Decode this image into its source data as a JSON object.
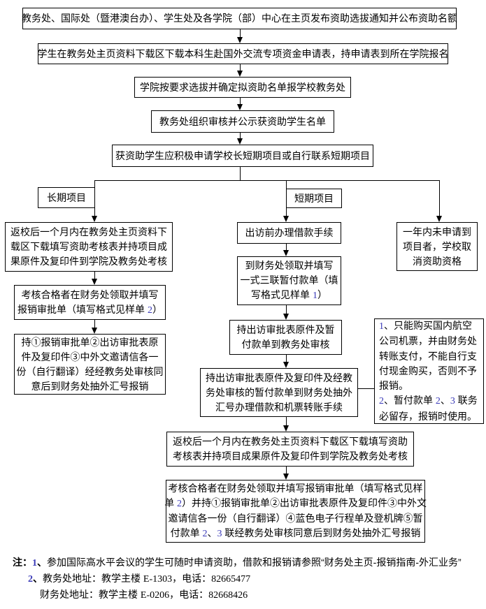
{
  "colors": {
    "background": "#ffffff",
    "line": "#000000",
    "box_border": "#000000",
    "digit_accent": "#3a3ab8"
  },
  "boxes": {
    "publish": {
      "lines": [
        [
          {
            "t": "教务处、国际处（暨港澳台办）、学生处及各学院（部）中心在主页发布资助选拔通知并公布资助名额"
          }
        ]
      ]
    },
    "download_apply": {
      "lines": [
        [
          {
            "t": "学生在教务处主页资料下载区下载本科生赴国外交流专项资金申请表，持申请表到所在学院报名"
          }
        ]
      ]
    },
    "college_select": {
      "lines": [
        [
          {
            "t": "学院按要求选拔并确定拟资助名单报学校教务处"
          }
        ]
      ]
    },
    "jwc_review": {
      "lines": [
        [
          {
            "t": "教务处组织审核并公示获资助学生名单"
          }
        ]
      ]
    },
    "apply_program": {
      "lines": [
        [
          {
            "t": "获资助学生应积极申请学校长短期项目或自行联系短期项目"
          }
        ]
      ]
    },
    "label_long": {
      "lines": [
        [
          {
            "t": "长期项目"
          }
        ]
      ]
    },
    "label_short": {
      "lines": [
        [
          {
            "t": "短期项目"
          }
        ]
      ]
    },
    "long_assess": {
      "lines": [
        [
          {
            "t": "返校后一个月内在教务处主页资料下"
          }
        ],
        [
          {
            "t": "载区下载填写资助考核表并持项目成"
          }
        ],
        [
          {
            "t": "果原件及复印件到学院及教务处考核"
          }
        ]
      ]
    },
    "long_reimburse_form": {
      "lines": [
        [
          {
            "t": "考核合格者在财务处领取并填写"
          }
        ],
        [
          {
            "t": "报销审批单（填写格式见样单 "
          },
          {
            "t": "2",
            "c": "num"
          },
          {
            "t": "）"
          }
        ]
      ]
    },
    "long_reimburse_submit": {
      "lines": [
        [
          {
            "t": "持①报销审批单②出访审批表原"
          }
        ],
        [
          {
            "t": "件及复印件③中外文邀请信各一"
          }
        ],
        [
          {
            "t": "份（自行翻译）经经教务处审核同"
          }
        ],
        [
          {
            "t": "意后到财务处抽外汇号报销"
          }
        ]
      ]
    },
    "short_loan_before": {
      "lines": [
        [
          {
            "t": "出访前办理借款手续"
          }
        ]
      ]
    },
    "short_fill_voucher": {
      "lines": [
        [
          {
            "t": "到财务处领取并填写"
          }
        ],
        [
          {
            "t": "一式三联暂付款单（填"
          }
        ],
        [
          {
            "t": "写格式见样单 "
          },
          {
            "t": "1",
            "c": "num"
          },
          {
            "t": "）"
          }
        ]
      ]
    },
    "short_jwc_verify": {
      "lines": [
        [
          {
            "t": "持出访审批表原件及暂"
          }
        ],
        [
          {
            "t": "付款单到教务处审核"
          }
        ]
      ]
    },
    "short_finance_loan": {
      "lines": [
        [
          {
            "t": "持出访审批表原件及复印件及经教"
          }
        ],
        [
          {
            "t": "务处审核的暂付款单到财务处抽外"
          }
        ],
        [
          {
            "t": "汇号办理借款和机票转账手续"
          }
        ]
      ]
    },
    "no_project_cancel": {
      "lines": [
        [
          {
            "t": "一年内未申请到"
          }
        ],
        [
          {
            "t": "项目者，学校取"
          }
        ],
        [
          {
            "t": "消资助资格"
          }
        ]
      ]
    },
    "ticket_note": {
      "lines": [
        [
          {
            "t": "1",
            "c": "num"
          },
          {
            "t": "、只能购买国内航空"
          }
        ],
        [
          {
            "t": "公司机票，并由财务处"
          }
        ],
        [
          {
            "t": "转账支付，不能自行支"
          }
        ],
        [
          {
            "t": "付现金购买，否则不予"
          }
        ],
        [
          {
            "t": "报销。"
          }
        ],
        [
          {
            "t": "2",
            "c": "num"
          },
          {
            "t": "、暂付款单 "
          },
          {
            "t": "2",
            "c": "num"
          },
          {
            "t": "、"
          },
          {
            "t": "3",
            "c": "num"
          },
          {
            "t": " 联务"
          }
        ],
        [
          {
            "t": "必留存，报销时使用。"
          }
        ]
      ]
    },
    "short_assess": {
      "lines": [
        [
          {
            "t": "返校后一个月内在教务处主页资料下载区下载填写资助"
          }
        ],
        [
          {
            "t": "考核表并持项目成果原件及复印件到学院及教务处考核"
          }
        ]
      ]
    },
    "short_reimburse": {
      "lines": [
        [
          {
            "t": "考核合格者在财务处领取并填写报销审批单（填写格式见样"
          }
        ],
        [
          {
            "t": "单 "
          },
          {
            "t": "2",
            "c": "num"
          },
          {
            "t": "）并持①报销审批单②出访审批表原件及复印件③中外文"
          }
        ],
        [
          {
            "t": "邀请信各一份（自行翻译）④蓝色电子行程单及登机牌⑤暂"
          }
        ],
        [
          {
            "t": "付款单 "
          },
          {
            "t": "2",
            "c": "num"
          },
          {
            "t": "、"
          },
          {
            "t": "3",
            "c": "num"
          },
          {
            "t": " 联经教务处审核同意后到财务处抽外汇号报销"
          }
        ]
      ]
    }
  },
  "footnotes": {
    "line1": [
      [
        {
          "t": "注：",
          "c": "bold"
        },
        {
          "t": "1",
          "c": "numbold"
        },
        {
          "t": "、",
          "c": "bold"
        },
        {
          "t": "参加国际高水平会议的学生可随时申请资助，借款和报销请参照“财务处主页-报销指南-外汇业务”"
        }
      ]
    ],
    "line2": [
      [
        {
          "t": "2",
          "c": "numbold"
        },
        {
          "t": "、",
          "c": "bold"
        },
        {
          "t": "教务处地址：教学主楼 "
        },
        {
          "t": "E-1303",
          "c": "code"
        },
        {
          "t": "，电话："
        },
        {
          "t": "82665477",
          "c": "code"
        }
      ]
    ],
    "line3": [
      [
        {
          "t": "财务处地址：教学主楼 "
        },
        {
          "t": "E-0206",
          "c": "code"
        },
        {
          "t": "，电话："
        },
        {
          "t": "82668426",
          "c": "code"
        }
      ]
    ]
  }
}
